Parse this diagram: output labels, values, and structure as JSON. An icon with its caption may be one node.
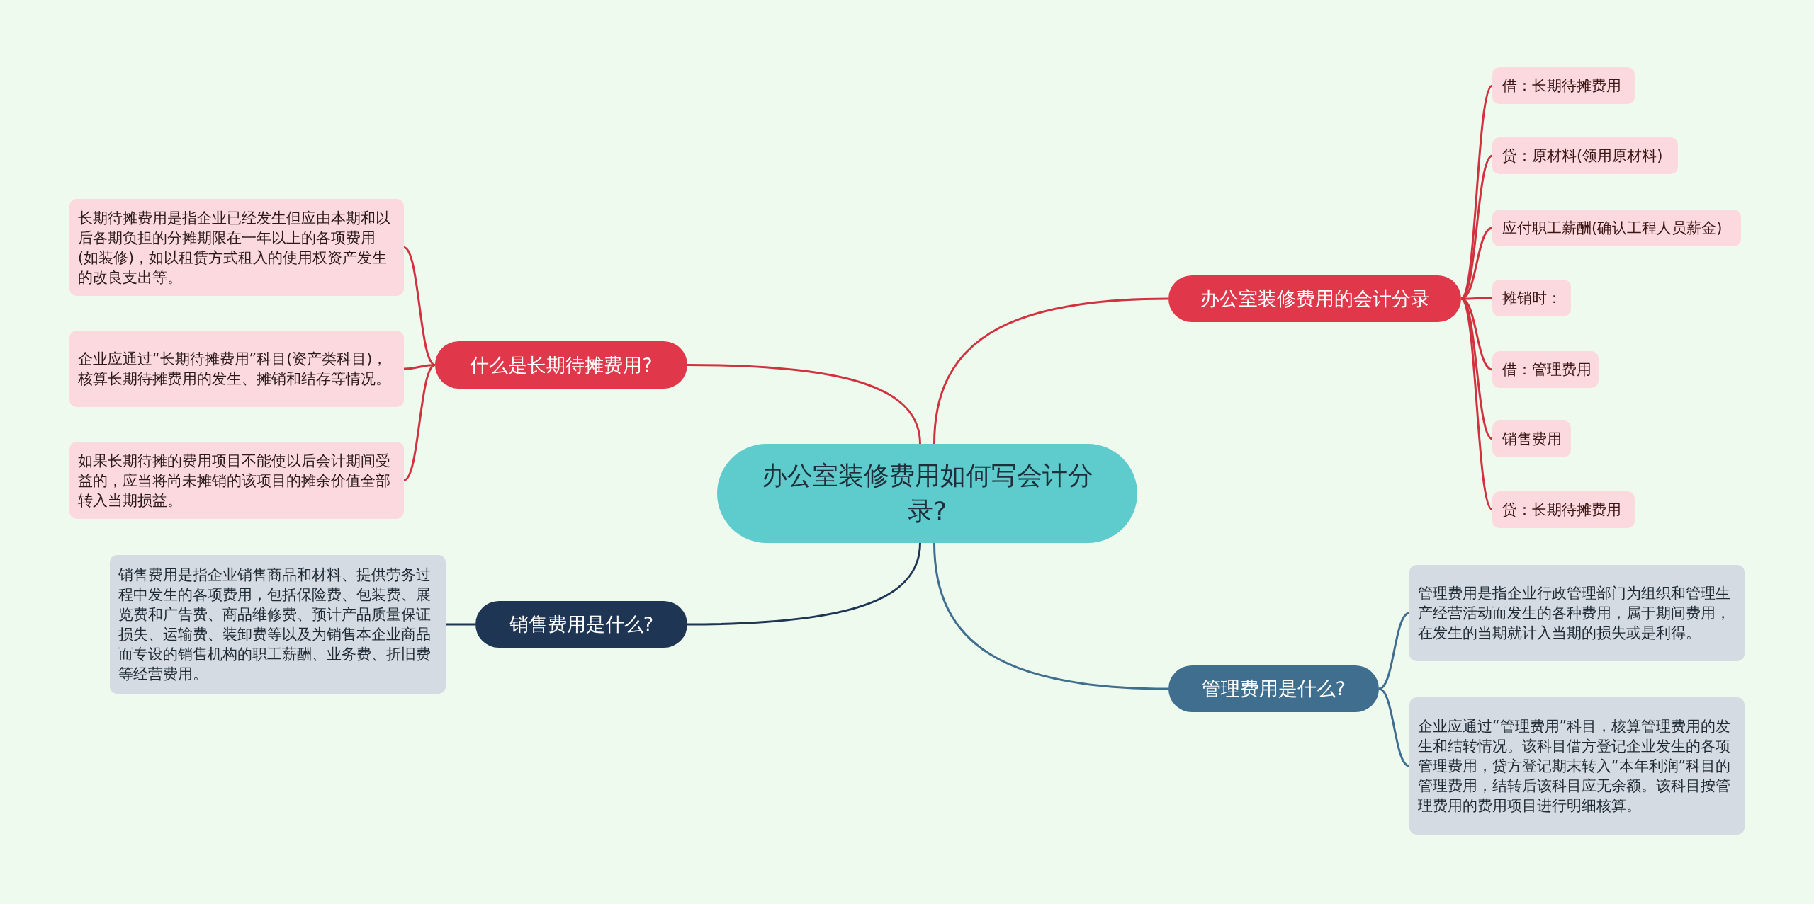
{
  "diagram": {
    "nodes": [
      {
        "text": [
          "办公室装修费用如何写会计分录?"
        ]
      },
      {
        "text": [
          "办公室装修费用的会计分录"
        ]
      },
      {
        "text": [
          "借：长期待摊费用"
        ]
      },
      {
        "text": [
          "贷：原材料(领用原材料)"
        ]
      },
      {
        "text": [
          "应付职工薪酬(确认工程人员薪金)"
        ]
      },
      {
        "text": [
          "摊销时："
        ]
      },
      {
        "text": [
          "借：管理费用"
        ]
      },
      {
        "text": [
          "销售费用"
        ]
      },
      {
        "text": [
          "贷：长期待摊费用"
        ]
      },
      {
        "text": [
          "什么是长期待摊费用?"
        ]
      },
      {
        "text": [
          "长期待摊费用是指企业已经发生但应由本期和以后各期负担的分摊期限在一年以上的各项费用(如装修)，如以租赁方式租入的使用权资产发生的改良支出等。"
        ]
      },
      {
        "text": [
          "企业应通过“长期待摊费用”科目(资产类科目)，核算长期待摊费用的发生、摊销和结存等情况。"
        ]
      },
      {
        "text": [
          "如果长期待摊的费用项目不能使以后会计期间受益的，应当将尚未摊销的该项目的摊余价值全部转入当期损益。"
        ]
      },
      {
        "text": [
          "销售费用是什么?"
        ]
      },
      {
        "text": [
          "销售费用是指企业销售商品和材料、提供劳务过程中发生的各项费用，包括保险费、包装费、展览费和广告费、商品维修费、预计产品质量保证损失、运输费、装卸费等以及为销售本企业商品而专设的销售机构的职工薪酬、业务费、折旧费等经营费用。"
        ]
      },
      {
        "text": [
          "管理费用是什么?"
        ]
      },
      {
        "text": [
          "管理费用是指企业行政管理部门为组织和管理生产经营活动而发生的各种费用，属于期间费用，在发生的当期就计入当期的损失或是利得。"
        ]
      },
      {
        "text": [
          "企业应通过“管理费用”科目，核算管理费用的发生和结转情况。该科目借方登记企业发生的各项管理费用，贷方登记期末转入“本年利润”科目的管理费用，结转后该科目应无余额。该科目按管理费用的费用项目进行明细核算。"
        ]
      }
    ],
    "edges": [
      {
        "from": 0,
        "to": 1,
        "arrow": "none"
      },
      {
        "from": 1,
        "to": 2,
        "arrow": "none"
      },
      {
        "from": 1,
        "to": 3,
        "arrow": "none"
      },
      {
        "from": 1,
        "to": 4,
        "arrow": "none"
      },
      {
        "from": 1,
        "to": 5,
        "arrow": "none"
      },
      {
        "from": 1,
        "to": 6,
        "arrow": "none"
      },
      {
        "from": 1,
        "to": 7,
        "arrow": "none"
      },
      {
        "from": 1,
        "to": 8,
        "arrow": "none"
      },
      {
        "from": 0,
        "to": 9,
        "arrow": "none"
      },
      {
        "from": 9,
        "to": 10,
        "arrow": "none"
      },
      {
        "from": 9,
        "to": 11,
        "arrow": "none"
      },
      {
        "from": 9,
        "to": 12,
        "arrow": "none"
      },
      {
        "from": 0,
        "to": 13,
        "arrow": "none",
        "color": "#1e3553"
      },
      {
        "from": 13,
        "to": 14,
        "arrow": "none",
        "color": "#1e3553"
      },
      {
        "from": 0,
        "to": 15,
        "arrow": "none",
        "color": "#3f6e8e"
      },
      {
        "from": 15,
        "to": 16,
        "arrow": "none",
        "color": "#3f6e8e"
      },
      {
        "from": 15,
        "to": 17,
        "arrow": "none",
        "color": "#3f6e8e"
      }
    ]
  }
}
